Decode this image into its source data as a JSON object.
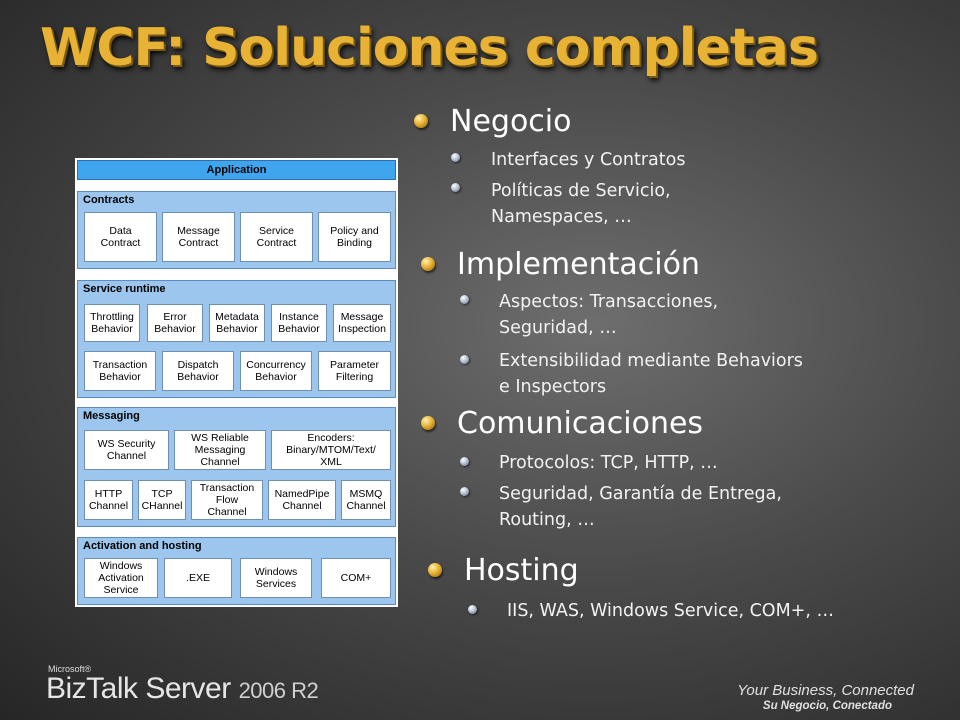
{
  "slide": {
    "title": "WCF: Soluciones completas"
  },
  "diagram": {
    "application": "Application",
    "layers": [
      {
        "title": "Contracts",
        "boxes": [
          "Data\nContract",
          "Message\nContract",
          "Service\nContract",
          "Policy and\nBinding"
        ]
      },
      {
        "title": "Service runtime",
        "boxes": [
          "Throttling\nBehavior",
          "Error\nBehavior",
          "Metadata\nBehavior",
          "Instance\nBehavior",
          "Message\nInspection",
          "Transaction\nBehavior",
          "Dispatch\nBehavior",
          "Concurrency\nBehavior",
          "Parameter\nFiltering"
        ]
      },
      {
        "title": "Messaging",
        "boxes": [
          "WS Security\nChannel",
          "WS Reliable\nMessaging\nChannel",
          "Encoders:\nBinary/MTOM/Text/\nXML",
          "HTTP\nChannel",
          "TCP\nCHannel",
          "Transaction\nFlow\nChannel",
          "NamedPipe\nChannel",
          "MSMQ\nChannel"
        ]
      },
      {
        "title": "Activation and hosting",
        "boxes": [
          "Windows\nActivation\nService",
          ".EXE",
          "Windows\nServices",
          "COM+"
        ]
      }
    ]
  },
  "bullets": [
    {
      "label": "Negocio",
      "items": [
        "Interfaces y Contratos",
        "Políticas de Servicio,\nNamespaces, …"
      ]
    },
    {
      "label": "Implementación",
      "items": [
        "Aspectos: Transacciones,\nSeguridad, …",
        "Extensibilidad mediante Behaviors\ne Inspectors"
      ]
    },
    {
      "label": "Comunicaciones",
      "items": [
        "Protocolos: TCP, HTTP, …",
        "Seguridad, Garantía de Entrega,\nRouting, …"
      ]
    },
    {
      "label": "Hosting",
      "items": [
        "IIS, WAS, Windows Service, COM+, …"
      ]
    }
  ],
  "footer": {
    "microsoft": "Microsoft®",
    "product": "BizTalk Server",
    "version": "2006 R2",
    "tagline_en": "Your Business, Connected",
    "tagline_es": "Su Negocio, Conectado"
  },
  "colors": {
    "title": "#e8b234",
    "application_bar": "#3fa5ee",
    "layer_fill": "#9cc6ee"
  }
}
